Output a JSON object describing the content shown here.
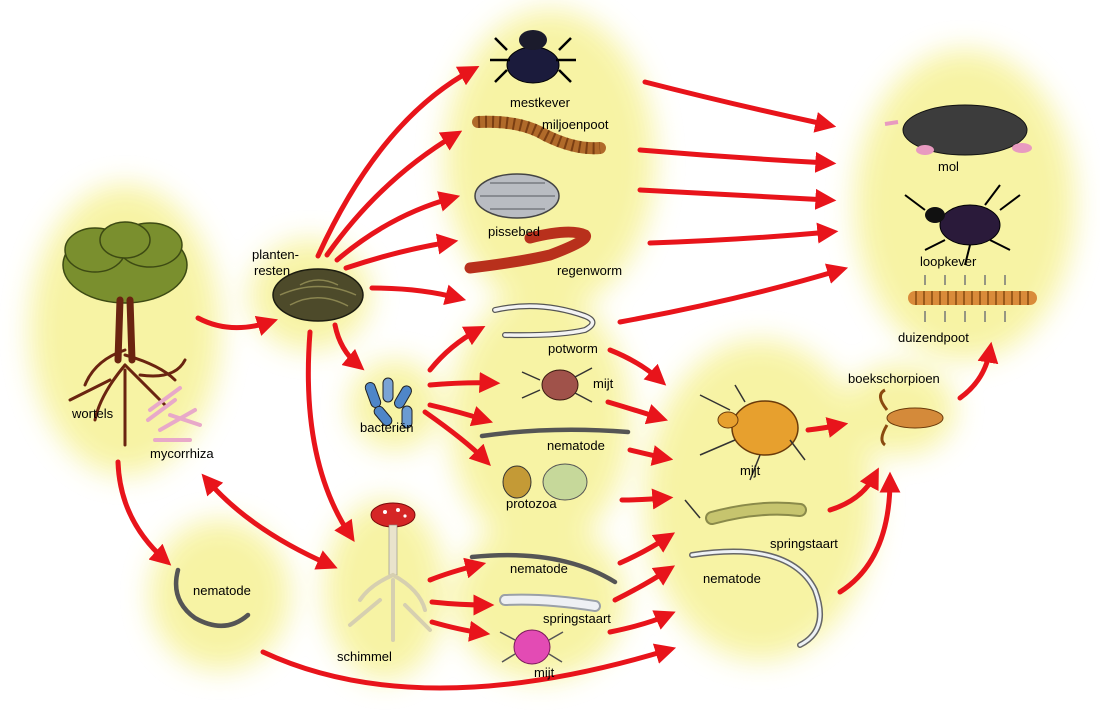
{
  "colors": {
    "arrow": "#e8141b",
    "glow": "#f7f3a0",
    "root": "#6a2410",
    "mycorrhiza": "#e8a9c9"
  },
  "labels": {
    "mestkever": "mestkever",
    "miljoenpoot": "miljoenpoot",
    "pissebed": "pissebed",
    "regenworm": "regenworm",
    "mol": "mol",
    "loopkever": "loopkever",
    "duizendpoot": "duizendpoot",
    "planten_line1": "planten-",
    "planten_line2": "resten",
    "wortels": "wortels",
    "mycorrhiza": "mycorrhiza",
    "potworm": "potworm",
    "mijt_top": "mijt",
    "nematode_mid": "nematode",
    "bacterien": "bacteriën",
    "protozoa": "protozoa",
    "mijt_center": "mijt",
    "boekschorpioen": "boekschorpioen",
    "springstaart_right": "springstaart",
    "nematode_right": "nematode",
    "nematode_low": "nematode",
    "springstaart_low": "springstaart",
    "mijt_low": "mijt",
    "schimmel": "schimmel",
    "nematode_left": "nematode"
  }
}
